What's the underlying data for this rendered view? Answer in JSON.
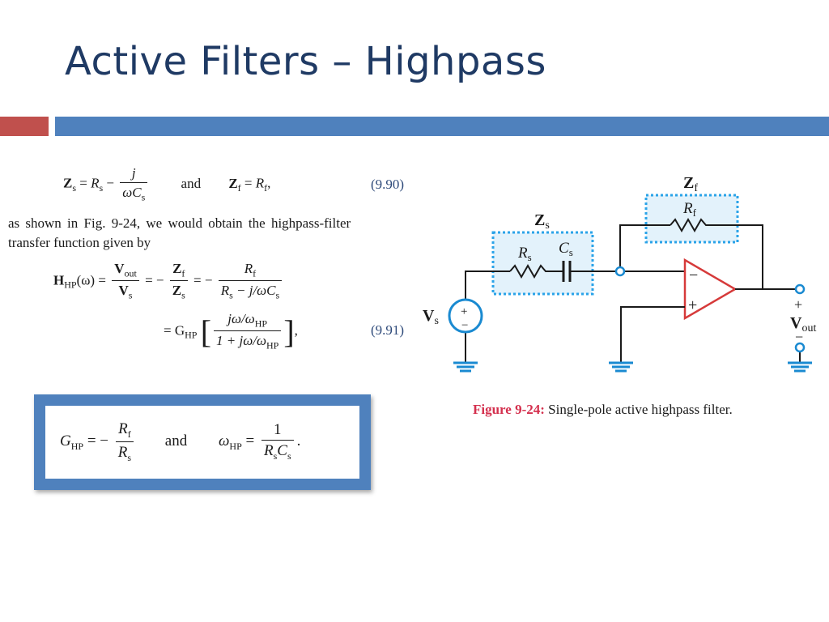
{
  "title": "Active Filters – Highpass",
  "colors": {
    "title": "#1f3a64",
    "accent_red": "#c0504d",
    "accent_blue": "#4f81bd",
    "figure_label": "#d4304e",
    "dotted_box": "#2aa3e8"
  },
  "eq990": {
    "zs_lhs": "Z",
    "zs_sub": "s",
    "rs": "R",
    "rs_sub": "s",
    "minus": "−",
    "num": "j",
    "den_omega": "ωC",
    "den_sub": "s",
    "and": "and",
    "zf_lhs": "Z",
    "zf_sub": "f",
    "rf": "R",
    "rf_sub": "f",
    "comma": ",",
    "number": "(9.90)"
  },
  "text": {
    "line1": "as shown in Fig. 9-24, we would obtain the highpass-filter",
    "line2": "transfer function given by"
  },
  "eq991": {
    "h": "H",
    "h_sub": "HP",
    "h_arg": "(ω) =",
    "vout": "V",
    "vout_sub": "out",
    "vs": "V",
    "vs_sub": "s",
    "eq": "= −",
    "zf": "Z",
    "zf_sub": "f",
    "zs": "Z",
    "zs_sub": "s",
    "rf": "R",
    "rf_sub": "f",
    "rs_den": "R",
    "rs_den_sub": "s",
    "rs_den_rest": " − j/ωC",
    "rs_den_rest_sub": "s",
    "g_eq": "= G",
    "g_sub": "HP",
    "num2": "jω/ω",
    "num2_sub": "HP",
    "den2": "1 + jω/ω",
    "den2_sub": "HP",
    "comma": ",",
    "number": "(9.91)"
  },
  "callout": {
    "g": "G",
    "g_sub": "HP",
    "eq": "= −",
    "rf": "R",
    "rf_sub": "f",
    "rs": "R",
    "rs_sub": "s",
    "and": "and",
    "w": "ω",
    "w_sub": "HP",
    "eq2": "=",
    "one": "1",
    "rscs": "R",
    "rscs_sub1": "s",
    "rscs_c": "C",
    "rscs_sub2": "s",
    "period": "."
  },
  "circuit": {
    "zf_label": "Z",
    "zf_sub": "f",
    "zs_label": "Z",
    "zs_sub": "s",
    "rf_label": "R",
    "rf_sub": "f",
    "rs_label": "R",
    "rs_sub": "s",
    "cs_label": "C",
    "cs_sub": "s",
    "vs_label": "V",
    "vs_sub": "s",
    "src_plus": "+",
    "src_minus": "−",
    "op_minus": "−",
    "op_plus": "+",
    "out_plus": "+",
    "out_minus": "−",
    "vout_label": "V",
    "vout_sub": "out"
  },
  "caption": {
    "label": "Figure 9-24:",
    "text": "Single-pole active highpass filter."
  }
}
